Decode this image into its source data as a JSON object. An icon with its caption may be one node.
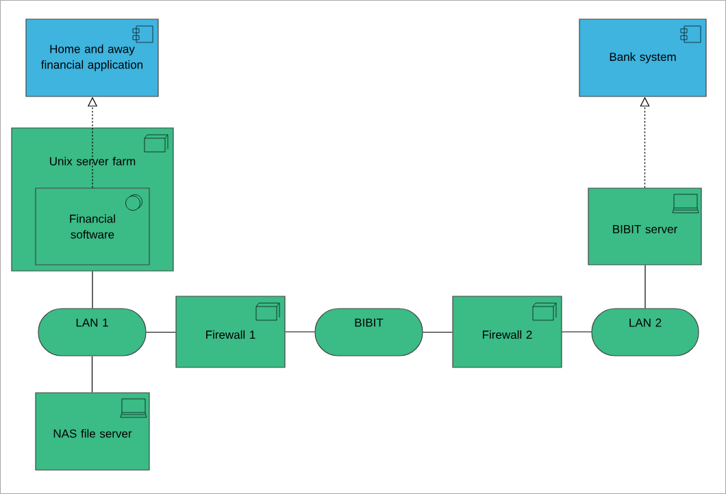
{
  "diagram": {
    "nodes": [
      {
        "text": [
          "Home and away financial application"
        ]
      },
      {
        "text": [
          "Bank system"
        ]
      },
      {
        "text": [
          "Unix server farm"
        ]
      },
      {
        "text": [
          "Financial software"
        ],
        "in": 2
      },
      {
        "text": [
          "BIBIT server"
        ]
      },
      {
        "text": [
          "LAN 1"
        ]
      },
      {
        "text": [
          "Firewall 1"
        ]
      },
      {
        "text": [
          "BIBIT"
        ]
      },
      {
        "text": [
          "Firewall 2"
        ]
      },
      {
        "text": [
          "LAN 2"
        ]
      },
      {
        "text": [
          "NAS file server"
        ]
      }
    ],
    "edges": [
      {
        "from": 3,
        "to": 0,
        "arrow": "to",
        "style": "dashed"
      },
      {
        "from": 4,
        "to": 1,
        "arrow": "to",
        "style": "dashed"
      },
      {
        "from": 2,
        "to": 5,
        "arrow": "none"
      },
      {
        "from": 5,
        "to": 6,
        "arrow": "none"
      },
      {
        "from": 6,
        "to": 7,
        "arrow": "none"
      },
      {
        "from": 7,
        "to": 8,
        "arrow": "none"
      },
      {
        "from": 8,
        "to": 9,
        "arrow": "none"
      },
      {
        "from": 9,
        "to": 4,
        "arrow": "none"
      },
      {
        "from": 5,
        "to": 10,
        "arrow": "none"
      }
    ]
  }
}
